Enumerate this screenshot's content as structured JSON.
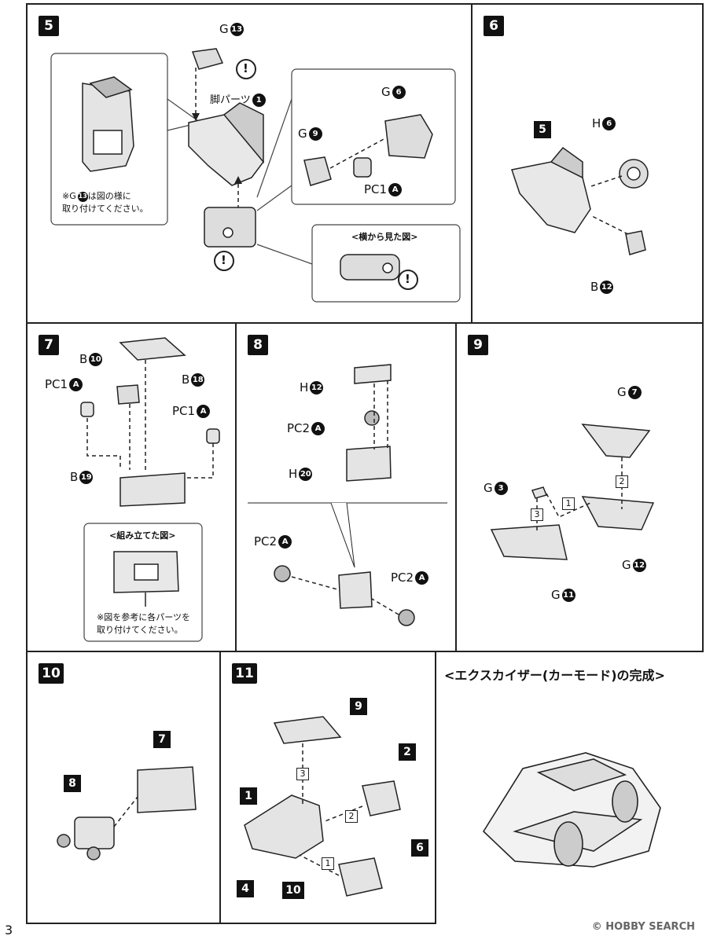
{
  "page_number": "3",
  "watermark": "© HOBBY SEARCH",
  "steps": {
    "s5": {
      "num": "5",
      "g13": "G",
      "g13n": "13",
      "leg_label": "脚パーツ",
      "leg_num": "1",
      "g6": "G",
      "g6n": "6",
      "g9": "G",
      "g9n": "9",
      "pc1": "PC1",
      "pc1n": "A",
      "note_l1": "※G",
      "note_n": "13",
      "note_l1b": "は図の様に",
      "note_l2": "取り付けてください。",
      "side_view": "<横から見た図>",
      "warn": "!"
    },
    "s6": {
      "num": "6",
      "ref": "5",
      "h6": "H",
      "h6n": "6",
      "b12": "B",
      "b12n": "12"
    },
    "s7": {
      "num": "7",
      "b10": "B",
      "b10n": "10",
      "b18": "B",
      "b18n": "18",
      "pc1a": "PC1",
      "pc1an": "A",
      "pc1b": "PC1",
      "pc1bn": "A",
      "b19": "B",
      "b19n": "19",
      "assembled": "<組み立てた図>",
      "note1": "※図を参考に各パーツを",
      "note2": "取り付けてください。"
    },
    "s8": {
      "num": "8",
      "h12": "H",
      "h12n": "12",
      "pc2a": "PC2",
      "pc2an": "A",
      "h20": "H",
      "h20n": "20",
      "pc2b": "PC2",
      "pc2bn": "A",
      "pc2c": "PC2",
      "pc2cn": "A"
    },
    "s9": {
      "num": "9",
      "g7": "G",
      "g7n": "7",
      "g3": "G",
      "g3n": "3",
      "g12": "G",
      "g12n": "12",
      "g11": "G",
      "g11n": "11",
      "o1": "1",
      "o2": "2",
      "o3": "3"
    },
    "s10": {
      "num": "10",
      "ref7": "7",
      "ref8": "8"
    },
    "s11": {
      "num": "11",
      "r9": "9",
      "r2": "2",
      "r1": "1",
      "r4": "4",
      "r10": "10",
      "r6": "6",
      "o1": "1",
      "o2": "2",
      "o3": "3"
    },
    "complete": {
      "title": "<エクスカイザー(カーモード)の完成>"
    }
  }
}
